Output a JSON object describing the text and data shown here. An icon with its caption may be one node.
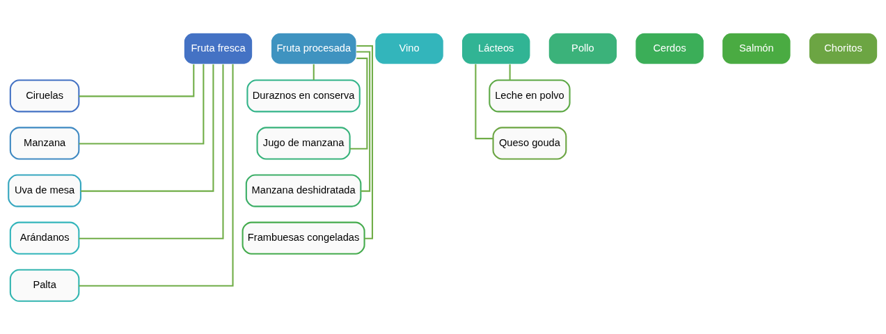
{
  "diagram": {
    "nodes": [
      {
        "text": [
          "Fruta fresca"
        ]
      },
      {
        "text": [
          "Ciruelas"
        ]
      },
      {
        "text": [
          "Manzana"
        ]
      },
      {
        "text": [
          "Uva de mesa"
        ]
      },
      {
        "text": [
          "Arándanos"
        ]
      },
      {
        "text": [
          "Palta"
        ]
      },
      {
        "text": [
          "Fruta procesada"
        ]
      },
      {
        "text": [
          "Duraznos en conserva"
        ]
      },
      {
        "text": [
          "Jugo de manzana"
        ]
      },
      {
        "text": [
          "Manzana deshidratada"
        ]
      },
      {
        "text": [
          "Frambuesas congeladas"
        ]
      },
      {
        "text": [
          "Vino"
        ]
      },
      {
        "text": [
          "Lácteos"
        ]
      },
      {
        "text": [
          "Leche en polvo"
        ]
      },
      {
        "text": [
          "Queso gouda"
        ]
      },
      {
        "text": [
          "Pollo"
        ]
      },
      {
        "text": [
          "Cerdos"
        ]
      },
      {
        "text": [
          "Salmón"
        ]
      },
      {
        "text": [
          "Choritos"
        ]
      }
    ],
    "edges": [
      {
        "from": 0,
        "to": 1,
        "arrow": "none"
      },
      {
        "from": 0,
        "to": 2,
        "arrow": "none"
      },
      {
        "from": 0,
        "to": 3,
        "arrow": "none"
      },
      {
        "from": 0,
        "to": 4,
        "arrow": "none"
      },
      {
        "from": 0,
        "to": 5,
        "arrow": "none"
      },
      {
        "from": 6,
        "to": 7,
        "arrow": "none"
      },
      {
        "from": 6,
        "to": 8,
        "arrow": "none"
      },
      {
        "from": 6,
        "to": 9,
        "arrow": "none"
      },
      {
        "from": 6,
        "to": 10,
        "arrow": "none"
      },
      {
        "from": 12,
        "to": 13,
        "arrow": "none"
      },
      {
        "from": 12,
        "to": 14,
        "arrow": "none"
      }
    ]
  }
}
